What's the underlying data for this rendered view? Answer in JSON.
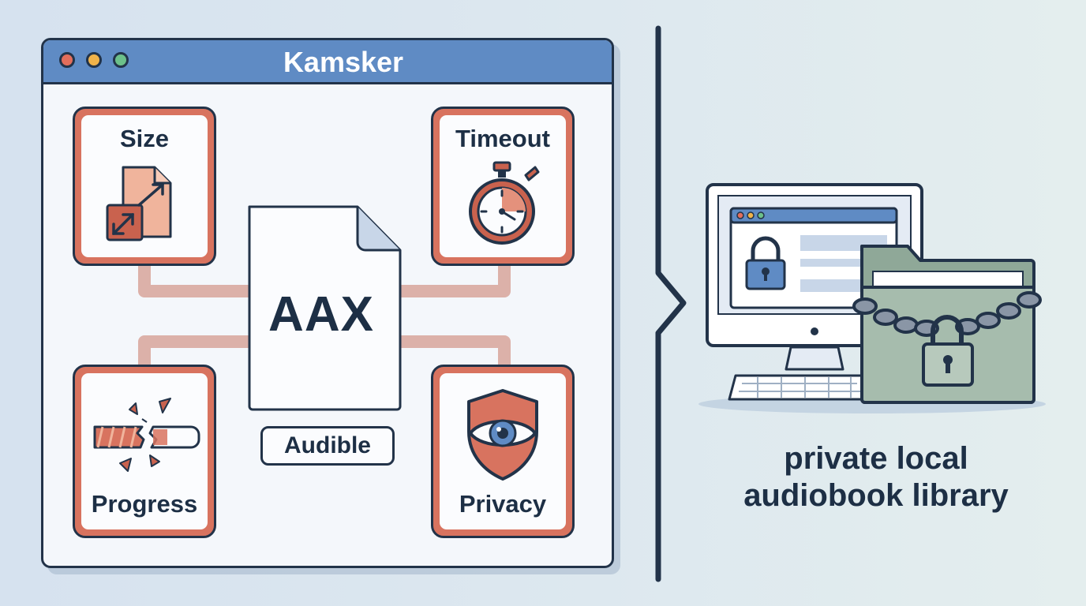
{
  "window": {
    "title": "Kamsker"
  },
  "cards": {
    "size": {
      "label": "Size",
      "icon": "resize-icon"
    },
    "timeout": {
      "label": "Timeout",
      "icon": "stopwatch-icon"
    },
    "progress": {
      "label": "Progress",
      "icon": "broken-progress-bar-icon"
    },
    "privacy": {
      "label": "Privacy",
      "icon": "eye-shield-icon"
    }
  },
  "file": {
    "extension": "AAX",
    "source_label": "Audible"
  },
  "destination": {
    "caption_line1": "private local",
    "caption_line2": "audiobook library",
    "icons": [
      "desktop-computer-icon",
      "padlock-icon",
      "chained-folder-icon"
    ]
  },
  "colors": {
    "accent": "#d8735f",
    "titlebar": "#5f8bc4",
    "outline": "#223349",
    "folder": "#9db3a4"
  }
}
